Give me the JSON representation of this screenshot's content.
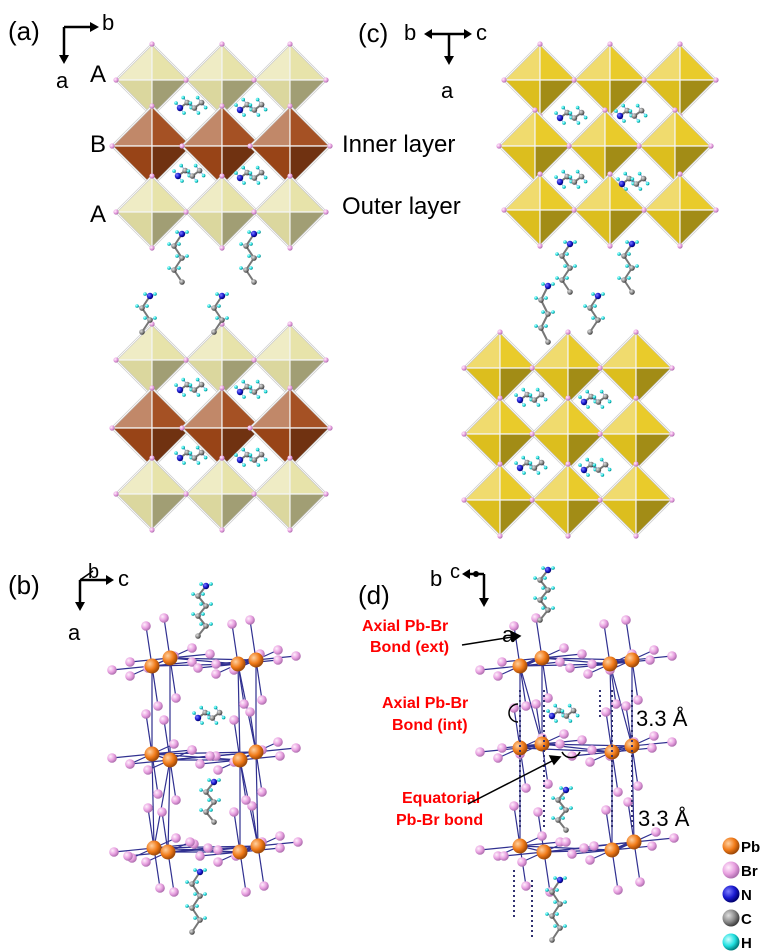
{
  "panels": {
    "a": {
      "label": "(a)",
      "axis_h": "b",
      "axis_v": "a",
      "layer_labels": [
        "A",
        "B",
        "A"
      ]
    },
    "b": {
      "label": "(b)",
      "axis_h": "c",
      "axis_depth": "b",
      "axis_v": "a"
    },
    "c": {
      "label": "(c)",
      "axis_left": "b",
      "axis_right": "c",
      "axis_v": "a"
    },
    "d": {
      "label": "(d)",
      "axis_left": "b",
      "axis_depth": "c",
      "axis_v": "a"
    }
  },
  "annotations": {
    "inner_layer": "Inner layer",
    "outer_layer": "Outer layer",
    "axial_ext_line1": "Axial Pb-Br",
    "axial_ext_line2": "Bond (ext)",
    "axial_int_line1": "Axial Pb-Br",
    "axial_int_line2": "Bond (int)",
    "equatorial_line1": "Equatorial",
    "equatorial_line2": "Pb-Br bond",
    "distance_top": "3.3 Å",
    "distance_bottom": "3.3 Å"
  },
  "legend": [
    {
      "symbol": "Pb",
      "color": "#f07a18"
    },
    {
      "symbol": "Br",
      "color": "#e8a0e0"
    },
    {
      "symbol": "N",
      "color": "#1a1ad0"
    },
    {
      "symbol": "C",
      "color": "#8a8a8a"
    },
    {
      "symbol": "H",
      "color": "#20e0e0"
    }
  ],
  "colors": {
    "outer_octahedra": "#e6e2a6",
    "inner_octahedra": "#a04818",
    "panel_c_octahedra": "#e8c820",
    "bond_line": "#303090",
    "annotation_red": "#ff0000"
  }
}
